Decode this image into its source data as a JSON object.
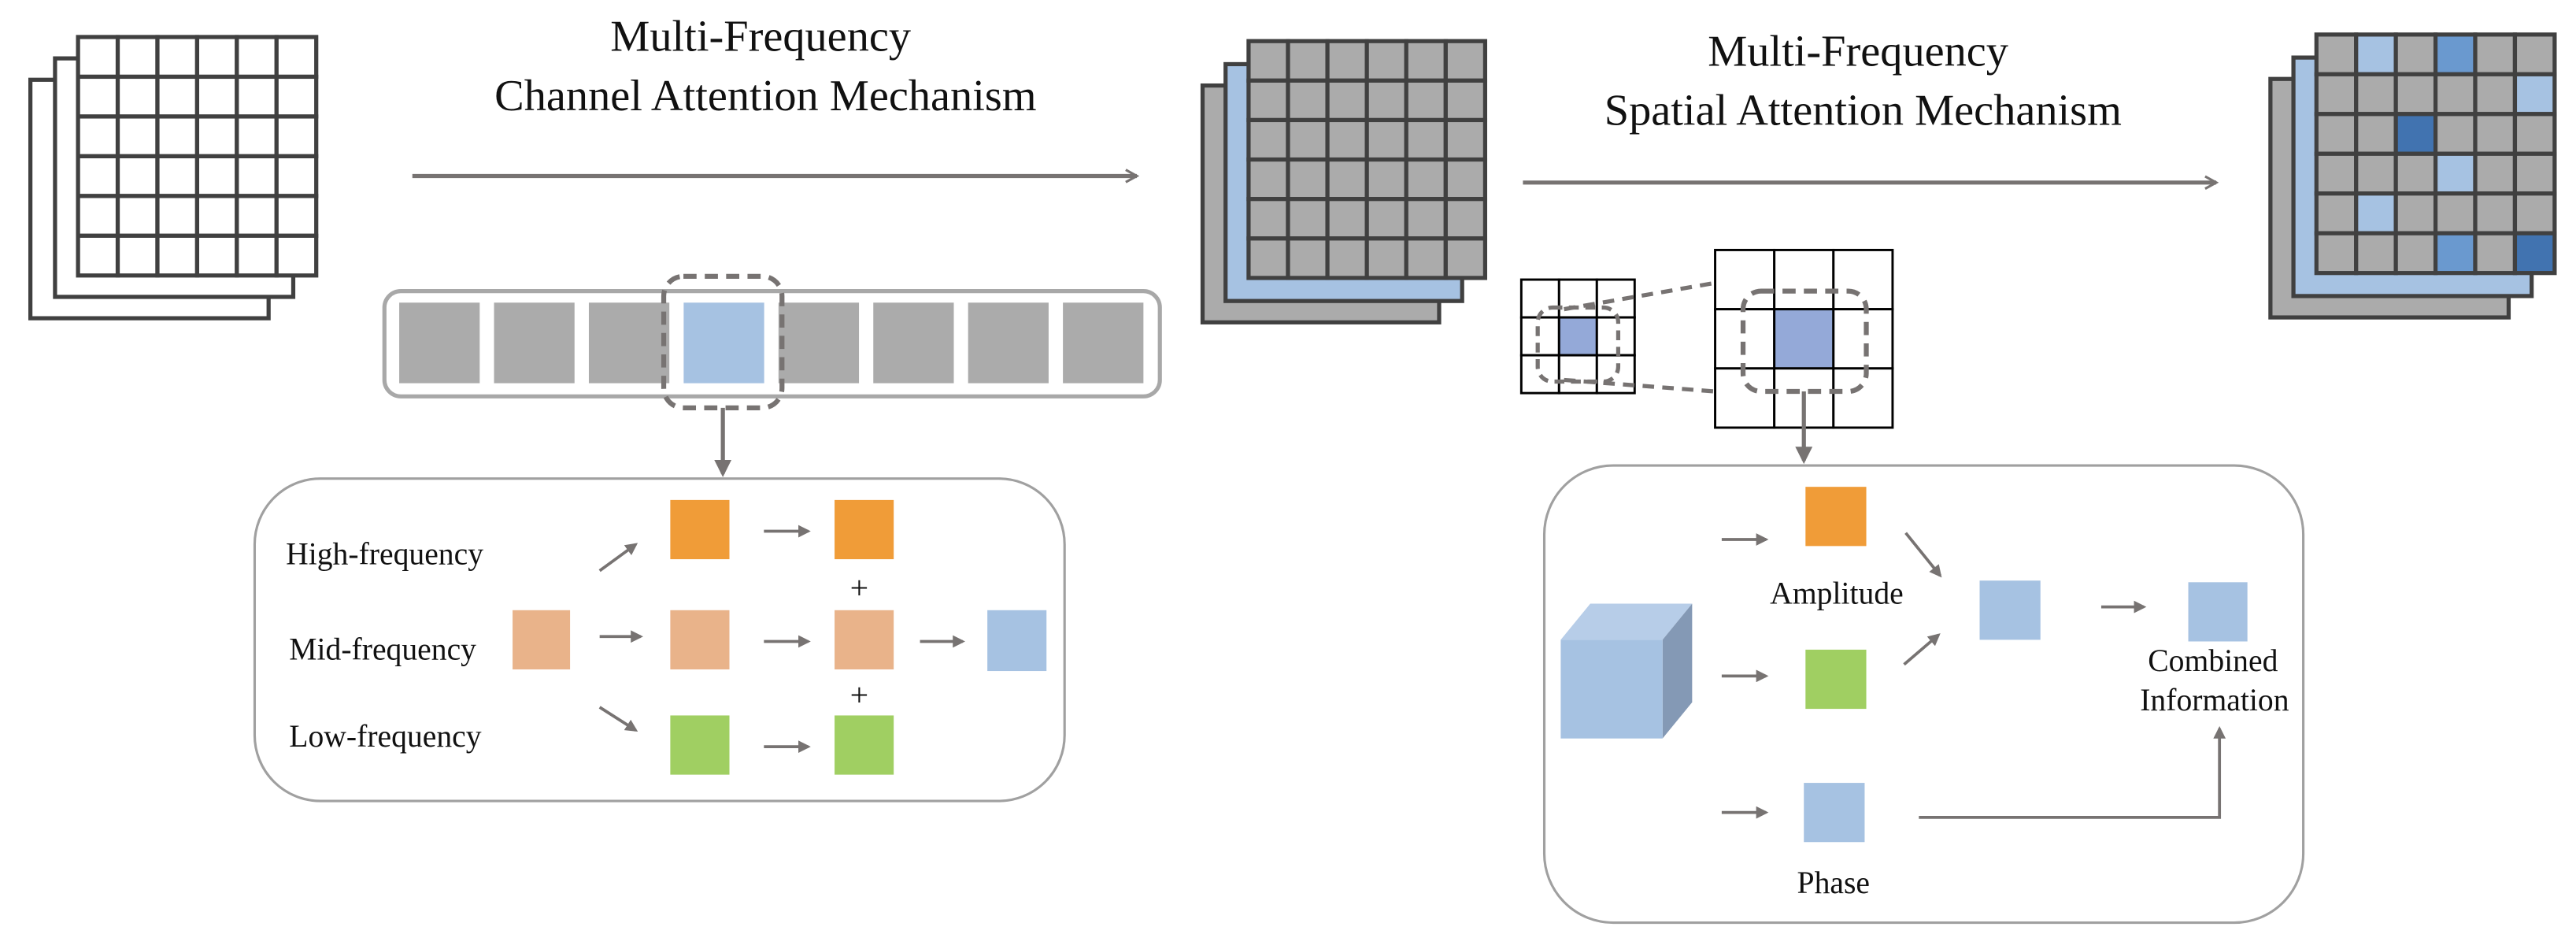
{
  "titles": {
    "channel_line1": "Multi-Frequency",
    "channel_line2": "Channel Attention Mechanism",
    "spatial_line1": "Multi-Frequency",
    "spatial_line2": "Spatial Attention Mechanism"
  },
  "channel_panel": {
    "high_label": "High-frequency",
    "mid_label": "Mid-frequency",
    "low_label": "Low-frequency",
    "plus_symbol": "+",
    "channel_count": 8,
    "selected_channel_index": 3
  },
  "spatial_panel": {
    "amplitude_label": "Amplitude",
    "phase_label": "Phase",
    "combined_label_line1": "Combined",
    "combined_label_line2": "Information"
  },
  "output_grid": {
    "rows": [
      [
        "gray",
        "light",
        "gray",
        "medium",
        "gray",
        "gray"
      ],
      [
        "gray",
        "gray",
        "gray",
        "gray",
        "gray",
        "light"
      ],
      [
        "gray",
        "gray",
        "dark",
        "gray",
        "gray",
        "gray"
      ],
      [
        "gray",
        "gray",
        "gray",
        "light",
        "gray",
        "gray"
      ],
      [
        "gray",
        "light",
        "gray",
        "gray",
        "gray",
        "gray"
      ],
      [
        "gray",
        "gray",
        "gray",
        "medium",
        "gray",
        "dark"
      ]
    ]
  },
  "colors": {
    "gray": "#ababab",
    "light": "#a6c2e2",
    "medium": "#6a99cf",
    "dark": "#4173b0",
    "orange": "#f09c38",
    "peach": "#e9b38a",
    "green": "#a0cf62",
    "blue_cell": "#a6c2e2",
    "focus_cell": "#94a9d8",
    "border_dark": "#404040",
    "arrow": "#777372",
    "panel_border": "#a0a0a0"
  }
}
